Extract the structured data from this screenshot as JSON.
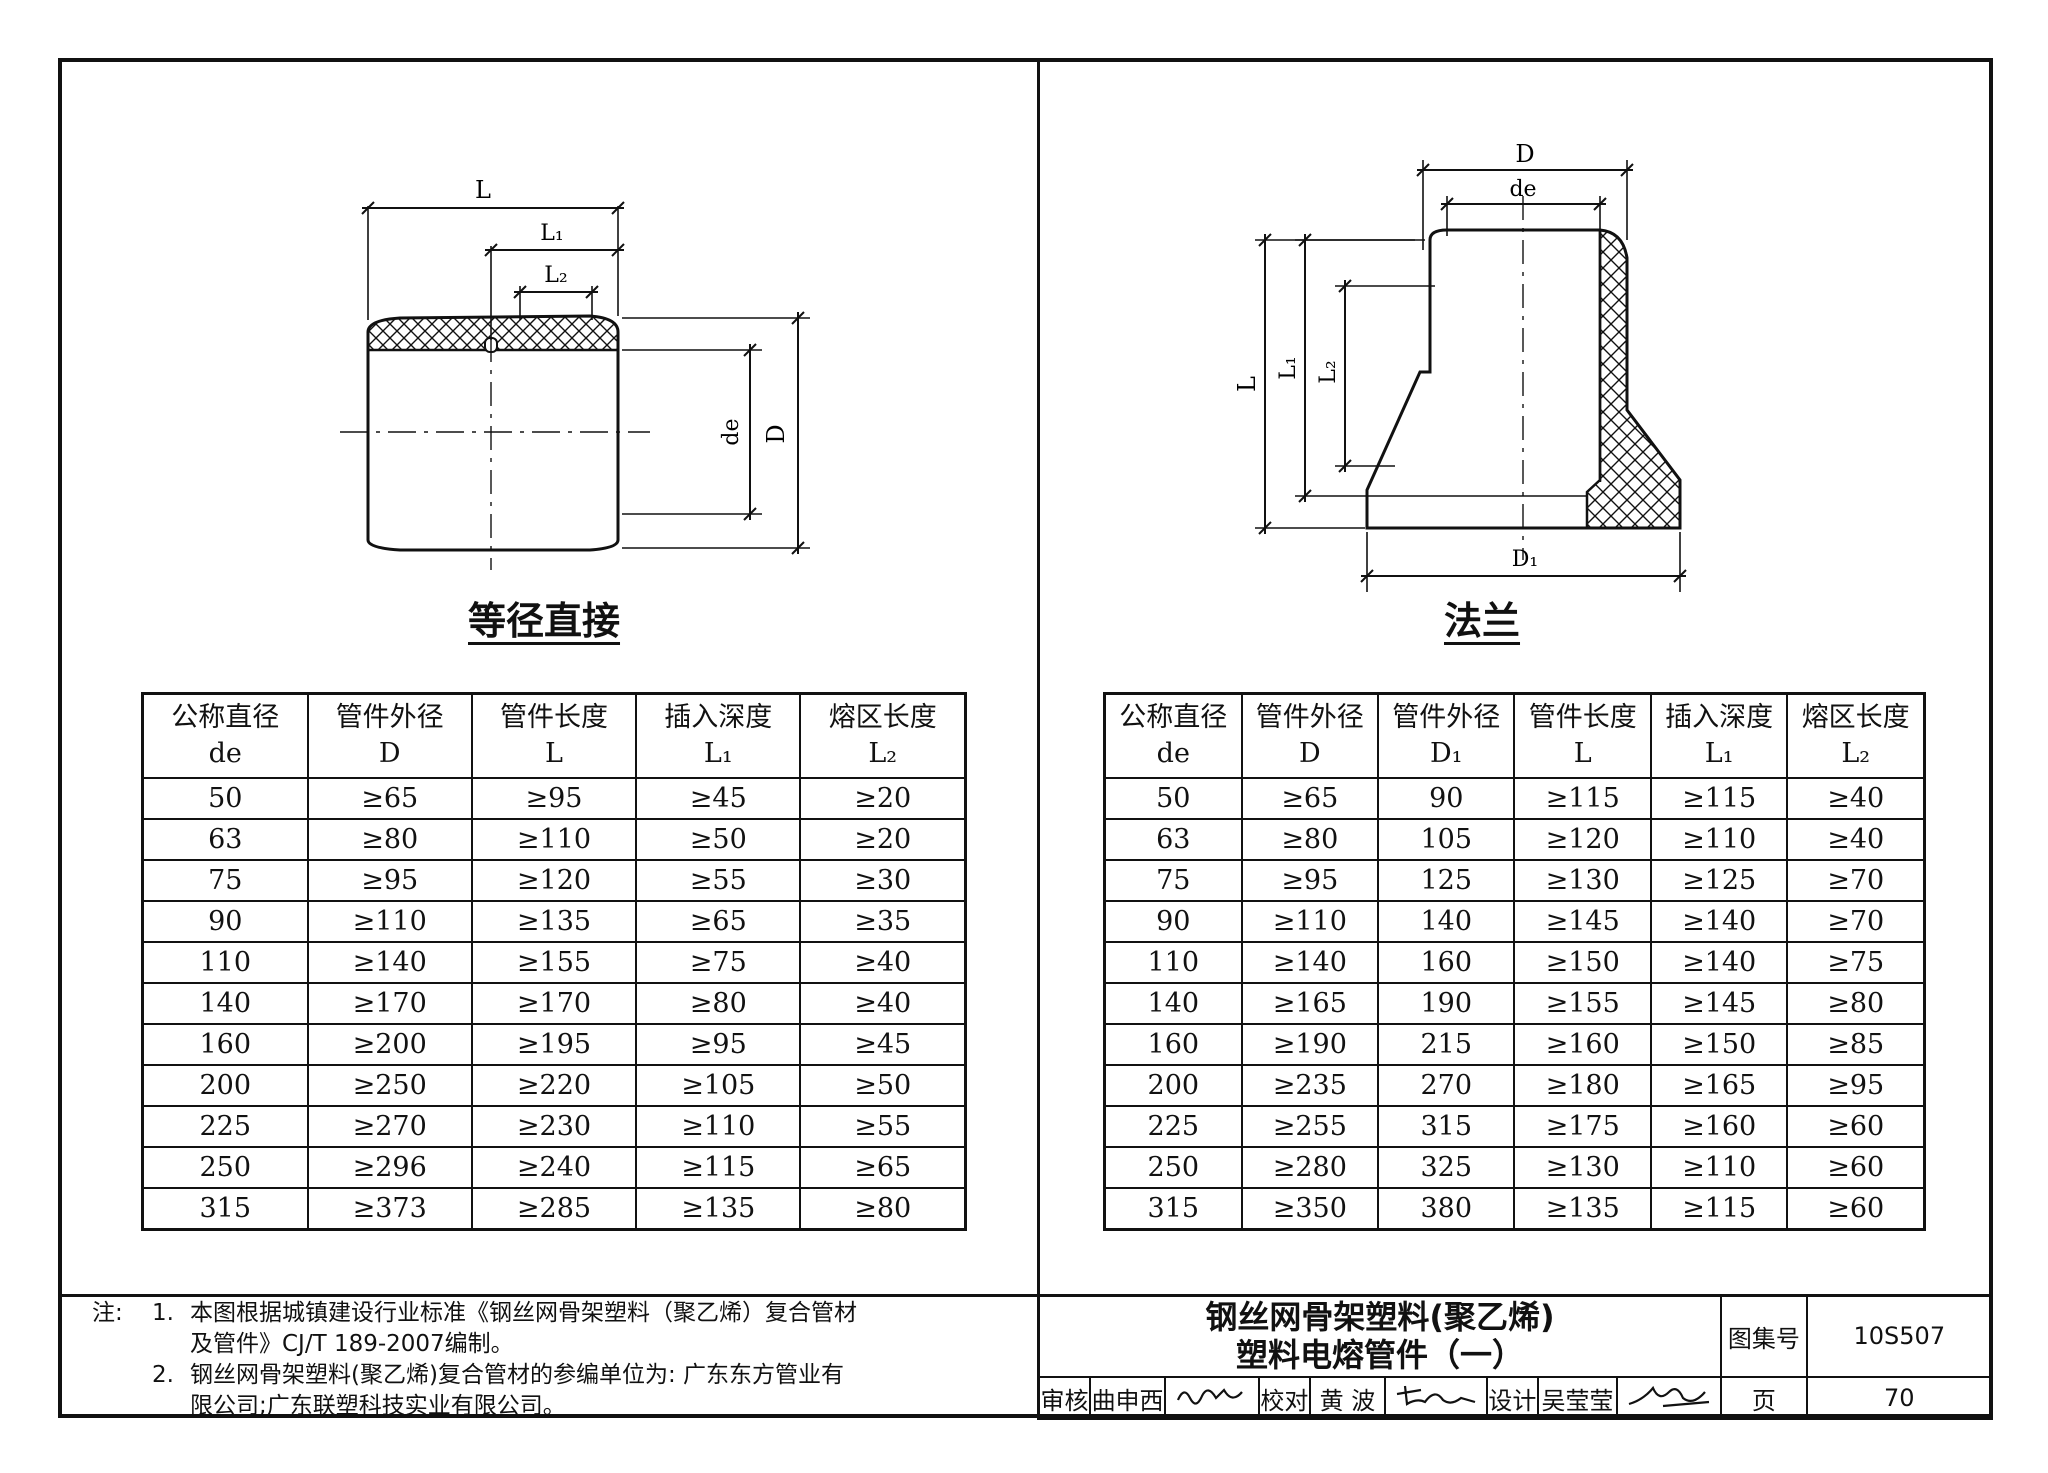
{
  "left_figure": {
    "title": "等径直接",
    "labels": {
      "L": "L",
      "L1": "L₁",
      "L2": "L₂",
      "de": "de",
      "D": "D"
    }
  },
  "right_figure": {
    "title": "法兰",
    "labels": {
      "D": "D",
      "de": "de",
      "L": "L",
      "L1": "L₁",
      "L2": "L₂",
      "D1": "D₁"
    }
  },
  "left_table": {
    "headers": [
      {
        "line1": "公称直径",
        "line2": "de"
      },
      {
        "line1": "管件外径",
        "line2": "D"
      },
      {
        "line1": "管件长度",
        "line2": "L"
      },
      {
        "line1": "插入深度",
        "line2": "L₁"
      },
      {
        "line1": "熔区长度",
        "line2": "L₂"
      }
    ],
    "rows": [
      [
        "50",
        "≥65",
        "≥95",
        "≥45",
        "≥20"
      ],
      [
        "63",
        "≥80",
        "≥110",
        "≥50",
        "≥20"
      ],
      [
        "75",
        "≥95",
        "≥120",
        "≥55",
        "≥30"
      ],
      [
        "90",
        "≥110",
        "≥135",
        "≥65",
        "≥35"
      ],
      [
        "110",
        "≥140",
        "≥155",
        "≥75",
        "≥40"
      ],
      [
        "140",
        "≥170",
        "≥170",
        "≥80",
        "≥40"
      ],
      [
        "160",
        "≥200",
        "≥195",
        "≥95",
        "≥45"
      ],
      [
        "200",
        "≥250",
        "≥220",
        "≥105",
        "≥50"
      ],
      [
        "225",
        "≥270",
        "≥230",
        "≥110",
        "≥55"
      ],
      [
        "250",
        "≥296",
        "≥240",
        "≥115",
        "≥65"
      ],
      [
        "315",
        "≥373",
        "≥285",
        "≥135",
        "≥80"
      ]
    ]
  },
  "right_table": {
    "headers": [
      {
        "line1": "公称直径",
        "line2": "de"
      },
      {
        "line1": "管件外径",
        "line2": "D"
      },
      {
        "line1": "管件外径",
        "line2": "D₁"
      },
      {
        "line1": "管件长度",
        "line2": "L"
      },
      {
        "line1": "插入深度",
        "line2": "L₁"
      },
      {
        "line1": "熔区长度",
        "line2": "L₂"
      }
    ],
    "rows": [
      [
        "50",
        "≥65",
        "90",
        "≥115",
        "≥115",
        "≥40"
      ],
      [
        "63",
        "≥80",
        "105",
        "≥120",
        "≥110",
        "≥40"
      ],
      [
        "75",
        "≥95",
        "125",
        "≥130",
        "≥125",
        "≥70"
      ],
      [
        "90",
        "≥110",
        "140",
        "≥145",
        "≥140",
        "≥70"
      ],
      [
        "110",
        "≥140",
        "160",
        "≥150",
        "≥140",
        "≥75"
      ],
      [
        "140",
        "≥165",
        "190",
        "≥155",
        "≥145",
        "≥80"
      ],
      [
        "160",
        "≥190",
        "215",
        "≥160",
        "≥150",
        "≥85"
      ],
      [
        "200",
        "≥235",
        "270",
        "≥180",
        "≥165",
        "≥95"
      ],
      [
        "225",
        "≥255",
        "315",
        "≥175",
        "≥160",
        "≥60"
      ],
      [
        "250",
        "≥280",
        "325",
        "≥130",
        "≥110",
        "≥60"
      ],
      [
        "315",
        "≥350",
        "380",
        "≥135",
        "≥115",
        "≥60"
      ]
    ]
  },
  "notes": {
    "lead": "注:",
    "items": [
      {
        "num": "1.",
        "lines": [
          "本图根据城镇建设行业标准《钢丝网骨架塑料（聚乙烯）复合管材",
          "及管件》CJ/T 189-2007编制。"
        ]
      },
      {
        "num": "2.",
        "lines": [
          "钢丝网骨架塑料(聚乙烯)复合管材的参编单位为: 广东东方管业有",
          "限公司;广东联塑科技实业有限公司。"
        ]
      }
    ]
  },
  "title_block": {
    "title_line1": "钢丝网骨架塑料(聚乙烯)",
    "title_line2": "塑料电熔管件（一）",
    "atlas_label": "图集号",
    "atlas_no": "10S507",
    "review_label": "审核",
    "reviewer": "曲申西",
    "check_label": "校对",
    "checker": "黄 波",
    "design_label": "设计",
    "designer": "吴莹莹",
    "page_label": "页",
    "page_no": "70"
  }
}
